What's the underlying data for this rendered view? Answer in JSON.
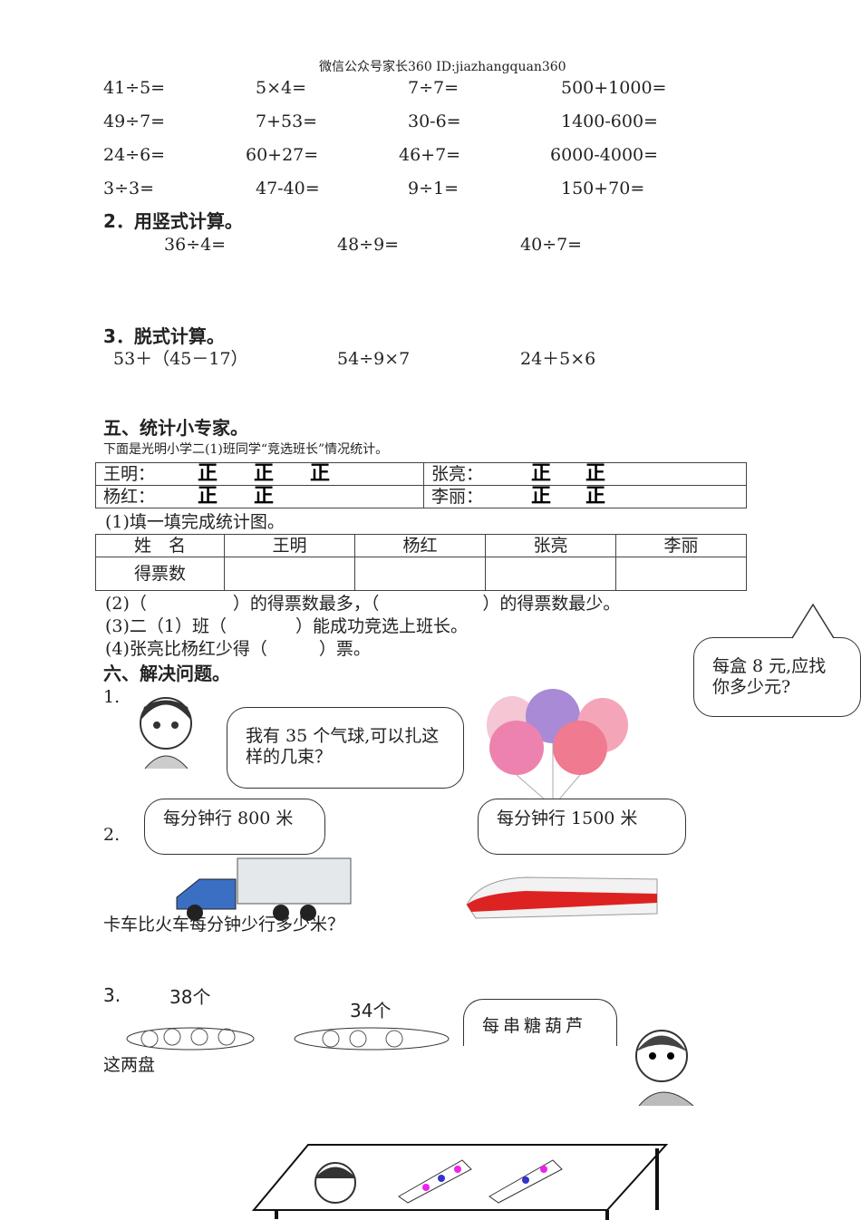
{
  "watermark": "微信公众号家长360 ID:jiazhangquan360",
  "oral": [
    [
      "41÷5=",
      "5×4=",
      "7÷7=",
      "500+1000="
    ],
    [
      "49÷7=",
      "7+53=",
      "30-6=",
      "1400-600="
    ],
    [
      "24÷6=",
      "60+27=",
      "46+7=",
      "6000-4000="
    ],
    [
      "3÷3=",
      "47-40=",
      "9÷1=",
      "150+70="
    ]
  ],
  "s2": {
    "title": "2．用竖式计算。",
    "items": [
      "36÷4=",
      "48÷9=",
      "40÷7="
    ]
  },
  "s3": {
    "title": "3．脱式计算。",
    "items": [
      "53＋（45－17）",
      "54÷9×7",
      "24＋5×6"
    ]
  },
  "s5": {
    "title": "五、统计小专家。",
    "intro": "下面是光明小学二(1)班同学“竞选班长”情况统计。",
    "tally_labels": [
      "王明：",
      "杨红：",
      "张亮：",
      "李丽："
    ],
    "tally_mark": "正",
    "q1": "(1)填一填完成统计图。",
    "table_headers": [
      "姓　名",
      "王明",
      "杨红",
      "张亮",
      "李丽"
    ],
    "table_row_label": "得票数",
    "q2": "(2)（　　　　　）的得票数最多，（　　　　　　）的得票数最少。",
    "q3": "(3)二（1）班（　　　　）能成功竞选上班长。",
    "q4": "(4)张亮比杨红少得（　　　）票。"
  },
  "s6": {
    "title": "六、解决问题。",
    "p1": {
      "num": "1.",
      "bubble": "我有 35 个气球,可以扎这样的几束？",
      "bubble_right": "每盒 8 元,应找你多少元?"
    },
    "p2": {
      "num": "2.",
      "truck_bubble": "每分钟行 800 米",
      "train_bubble": "每分钟行 1500 米",
      "question": "卡车比火车每分钟少行多少米？"
    },
    "p3": {
      "num": "3.",
      "left": "38个",
      "right": "34个",
      "bubble": "每串糖葫芦",
      "question": "这两盘"
    }
  }
}
